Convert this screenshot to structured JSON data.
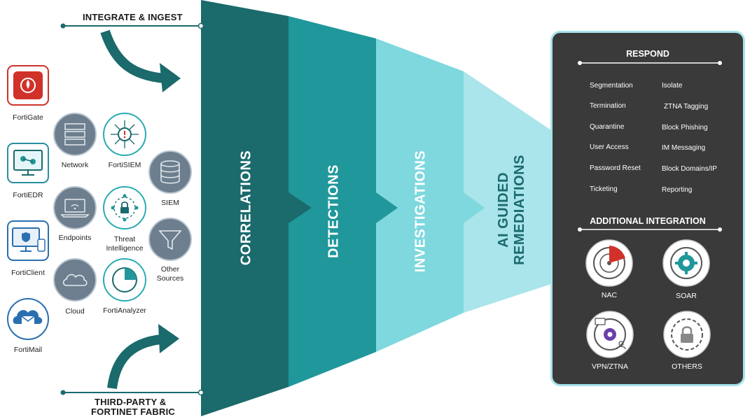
{
  "header": {
    "top": "INTEGRATE & INGEST",
    "bottom_line1": "THIRD-PARTY &",
    "bottom_line2": "FORTINET FABRIC"
  },
  "fortinet_products": [
    {
      "label": "FortiGate",
      "icon": "firewall-icon"
    },
    {
      "label": "FortiEDR",
      "icon": "endpoint-monitor-icon"
    },
    {
      "label": "FortiClient",
      "icon": "client-devices-icon"
    },
    {
      "label": "FortiMail",
      "icon": "mail-cloud-icon"
    }
  ],
  "sources": {
    "network": "Network",
    "fortisiem": "FortiSIEM",
    "siem": "SIEM",
    "endpoints": "Endpoints",
    "threat_line1": "Threat",
    "threat_line2": "Intelligence",
    "other_line1": "Other",
    "other_line2": "Sources",
    "cloud": "Cloud",
    "fortianalyzer": "FortiAnalyzer"
  },
  "stages": [
    {
      "label": "CORRELATIONS",
      "color": "#1b6a6c"
    },
    {
      "label": "DETECTIONS",
      "color": "#20979b"
    },
    {
      "label": "INVESTIGATIONS",
      "color": "#7ed8de"
    },
    {
      "label_line1": "AI GUIDED",
      "label_line2": "REMEDIATIONS",
      "color": "#a9e5ea"
    }
  ],
  "respond": {
    "title": "RESPOND",
    "left": [
      "Segmentation",
      "Termination",
      "Quarantine",
      "User Access",
      "Password Reset",
      "Ticketing"
    ],
    "right": [
      "Isolate",
      "ZTNA Tagging",
      "Block Phishing",
      "IM Messaging",
      "Block Domains/IP",
      "Reporting"
    ]
  },
  "additional": {
    "title": "ADDITIONAL INTEGRATION",
    "items": [
      {
        "label": "NAC",
        "icon": "radar-icon"
      },
      {
        "label": "SOAR",
        "icon": "gear-icon"
      },
      {
        "label": "VPN/ZTNA",
        "icon": "vpn-gear-icon"
      },
      {
        "label": "OTHERS",
        "icon": "lock-icon"
      }
    ]
  },
  "colors": {
    "dark_teal": "#1b6a6c",
    "panel": "#3a3a3a",
    "panel_border": "#a6e4ea",
    "fortinet_red": "#d0322a"
  }
}
